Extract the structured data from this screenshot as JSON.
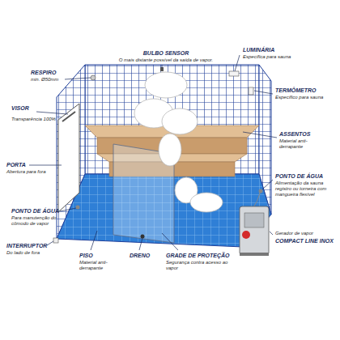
{
  "diagram": {
    "labels": [
      "BULBO SENSOR",
      "O mais distante possível da saída de vapor.",
      "LUMINÁRIA",
      "Específica para sauna",
      "RESPIRO",
      "min. Ø50mm",
      "TERMÔMETRO",
      "Específico para sauna",
      "VISOR",
      "Transparência 100%",
      "ASSENTOS",
      "Material anti-derrapante",
      "PORTA",
      "Abertura para fora",
      "PONTO DE ÁGUA",
      "Alimentação da sauna registro ou torneira com mangueira flexível",
      "PONTO DE ÁGUA",
      "Para manutenção do cômodo de vapor",
      "Gerador de vapor",
      "COMPACT LINE INOX",
      "INTERRUPTOR",
      "Do lado de fora",
      "PISO",
      "Material anti-derrapante",
      "DRENO",
      "GRADE DE PROTEÇÃO",
      "Segurança contra acesso ao vapor"
    ]
  }
}
